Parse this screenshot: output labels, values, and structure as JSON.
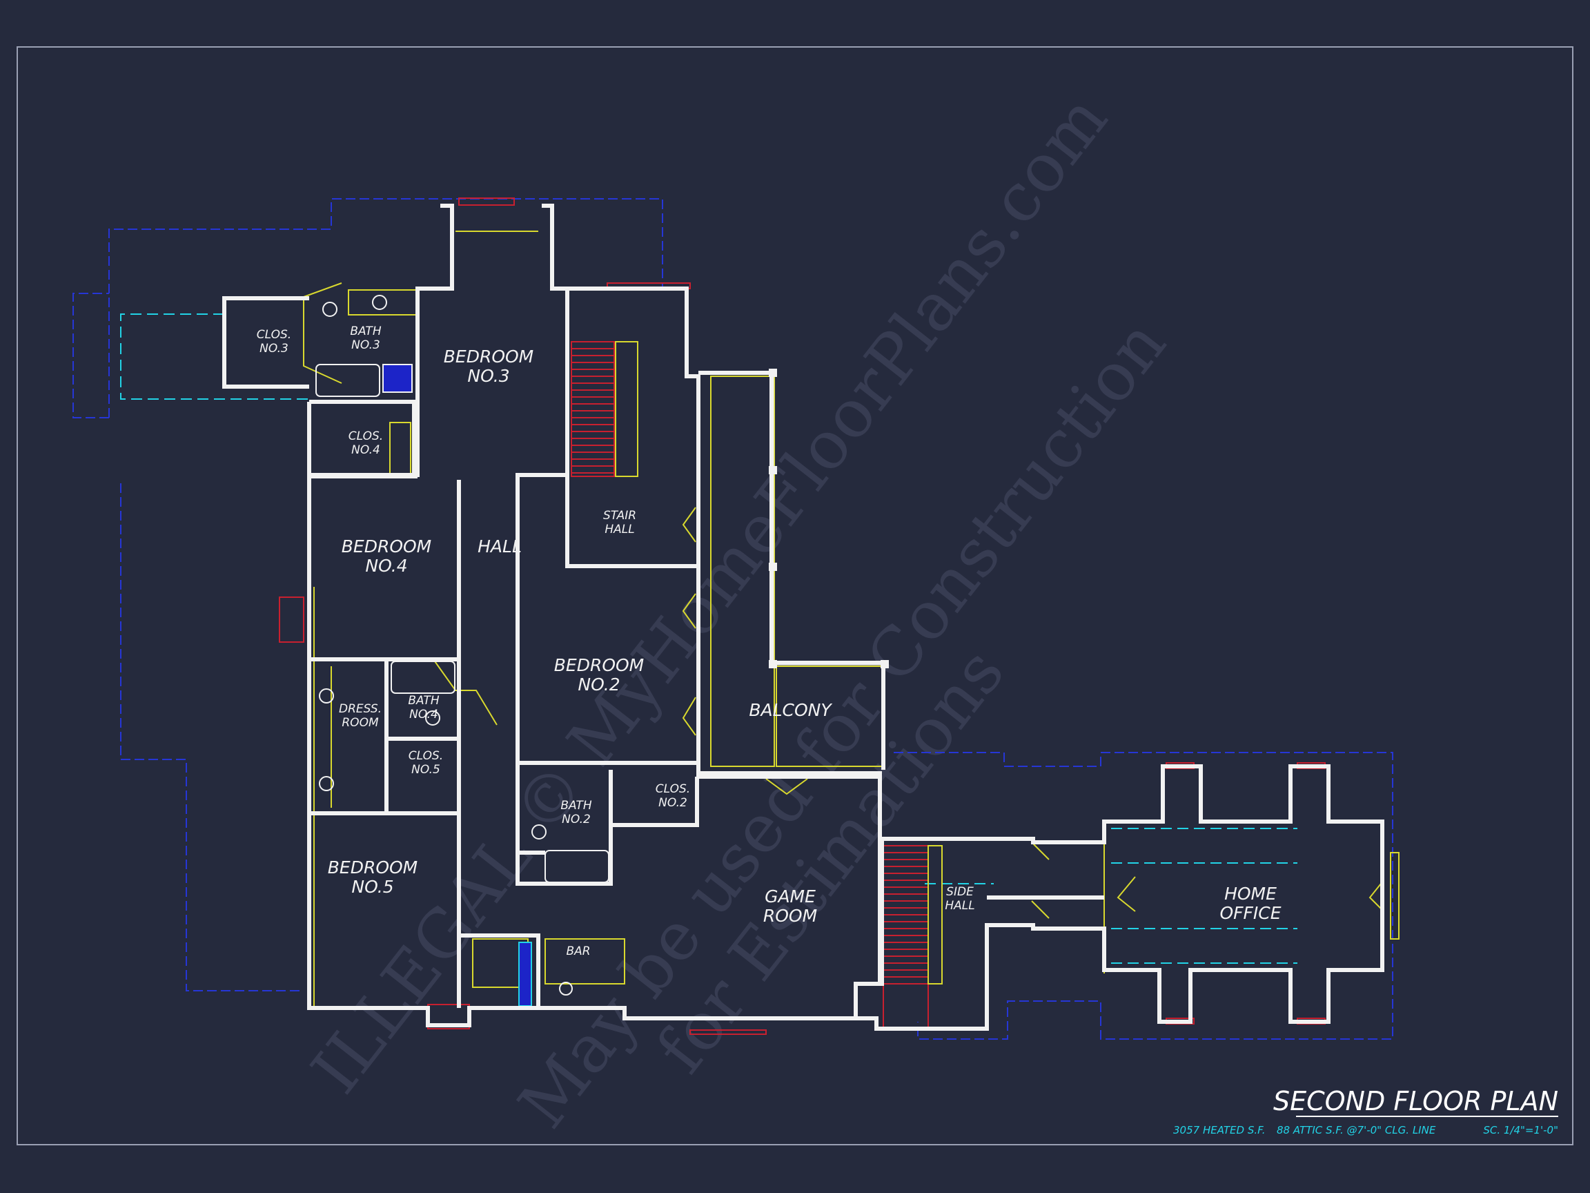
{
  "colors": {
    "background": "#252a3d",
    "wall": "#f2f2f2",
    "fixture": "#d9d92e",
    "roofline": "#2636d6",
    "accent_red": "#c8202f",
    "accent_cyan": "#22d3e6",
    "watermark": "#3a3f55"
  },
  "rooms": [
    {
      "id": "clos-3",
      "lines": [
        "CLOS.",
        "NO.3"
      ],
      "size": "small"
    },
    {
      "id": "bath-3",
      "lines": [
        "BATH",
        "NO.3"
      ],
      "size": "small"
    },
    {
      "id": "bedroom-3",
      "lines": [
        "BEDROOM",
        "NO.3"
      ],
      "size": "big"
    },
    {
      "id": "clos-4",
      "lines": [
        "CLOS.",
        "NO.4"
      ],
      "size": "small"
    },
    {
      "id": "stair-hall",
      "lines": [
        "STAIR",
        "HALL"
      ],
      "size": "small"
    },
    {
      "id": "bedroom-4",
      "lines": [
        "BEDROOM",
        "NO.4"
      ],
      "size": "big"
    },
    {
      "id": "hall",
      "lines": [
        "HALL"
      ],
      "size": "big"
    },
    {
      "id": "bedroom-2",
      "lines": [
        "BEDROOM",
        "NO.2"
      ],
      "size": "big"
    },
    {
      "id": "balcony",
      "lines": [
        "BALCONY"
      ],
      "size": "big"
    },
    {
      "id": "dress-room",
      "lines": [
        "DRESS.",
        "ROOM"
      ],
      "size": "small"
    },
    {
      "id": "bath-4",
      "lines": [
        "BATH",
        "NO.4"
      ],
      "size": "small"
    },
    {
      "id": "clos-5",
      "lines": [
        "CLOS.",
        "NO.5"
      ],
      "size": "small"
    },
    {
      "id": "clos-2",
      "lines": [
        "CLOS.",
        "NO.2"
      ],
      "size": "small"
    },
    {
      "id": "bath-2",
      "lines": [
        "BATH",
        "NO.2"
      ],
      "size": "small"
    },
    {
      "id": "bedroom-5",
      "lines": [
        "BEDROOM",
        "NO.5"
      ],
      "size": "big"
    },
    {
      "id": "game-room",
      "lines": [
        "GAME",
        "ROOM"
      ],
      "size": "big"
    },
    {
      "id": "side-hall",
      "lines": [
        "SIDE",
        "HALL"
      ],
      "size": "small"
    },
    {
      "id": "home-office",
      "lines": [
        "HOME",
        "OFFICE"
      ],
      "size": "big"
    },
    {
      "id": "bar",
      "lines": [
        "BAR"
      ],
      "size": "small"
    }
  ],
  "watermark": {
    "line1": "ILLEGAL © MyHomeFloorPlans.com",
    "line2": "May be used for Construction",
    "line3": "for Estimations"
  },
  "title_block": {
    "title": "SECOND FLOOR PLAN",
    "heated": "3057 HEATED S.F.",
    "attic": "88 ATTIC S.F. @7'-0\" CLG. LINE",
    "scale": "SC. 1/4\"=1'-0\""
  }
}
